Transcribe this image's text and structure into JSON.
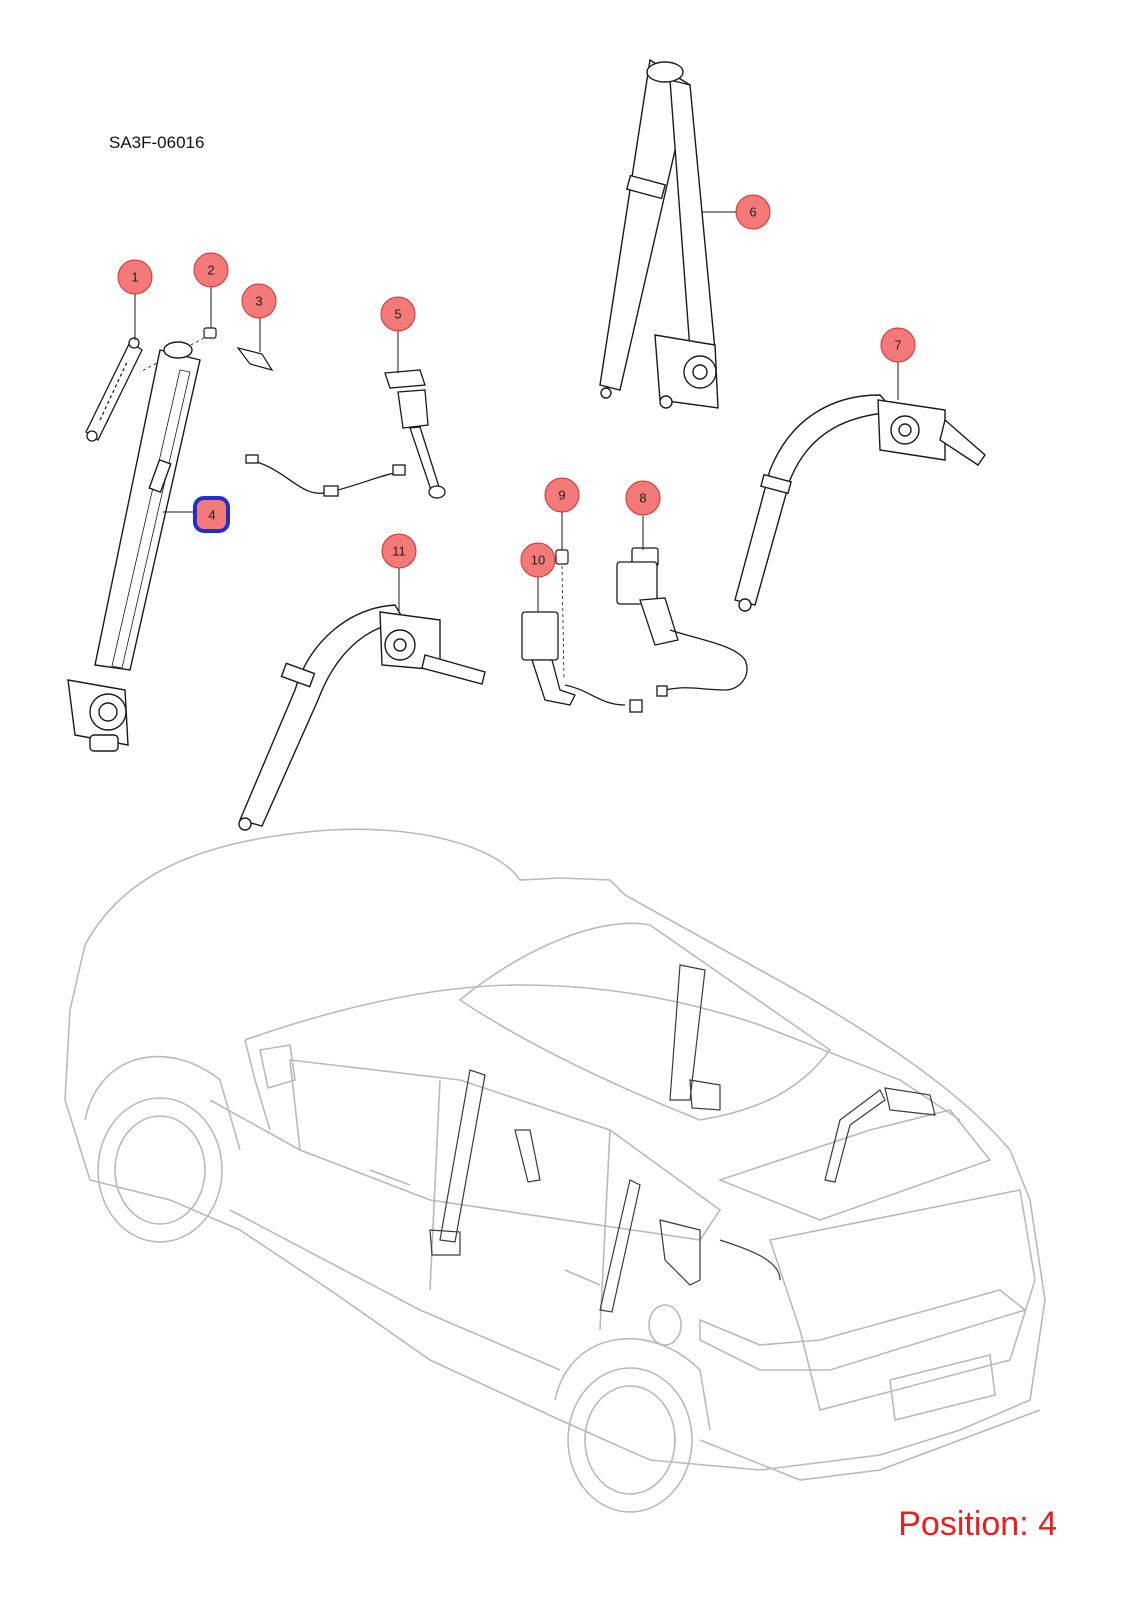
{
  "diagram": {
    "code": "SA3F-06016",
    "position_label": "Position: 4",
    "selected_callout": "4",
    "callouts": [
      "1",
      "2",
      "3",
      "4",
      "5",
      "6",
      "7",
      "8",
      "9",
      "10",
      "11"
    ],
    "callout_fill": "#f47a7a",
    "callout_stroke": "#d92b2b",
    "selected_stroke": "#1f2fd6",
    "vehicle_line_color": "#b9b9b9",
    "parts_line_color": "#1a1a1a"
  }
}
